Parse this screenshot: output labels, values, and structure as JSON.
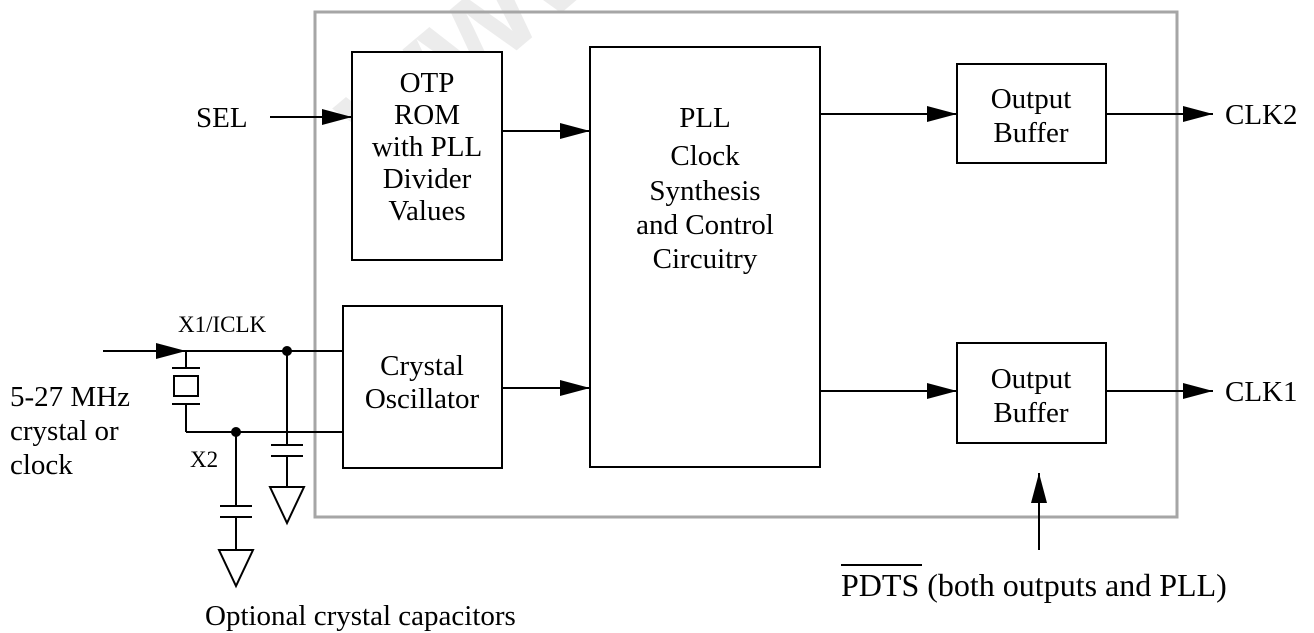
{
  "watermark": "www.Da",
  "blocks": {
    "otp_rom": [
      "OTP",
      "ROM",
      "with PLL",
      "Divider",
      "Values"
    ],
    "crystal_oscillator": [
      "Crystal",
      "Oscillator"
    ],
    "pll": [
      "PLL",
      "Clock",
      "Synthesis",
      "and Control",
      "Circuitry"
    ],
    "output_buffer_top": [
      "Output",
      "Buffer"
    ],
    "output_buffer_bottom": [
      "Output",
      "Buffer"
    ]
  },
  "signals": {
    "sel": "SEL",
    "clk2": "CLK2",
    "clk1": "CLK1",
    "x1": "X1/ICLK",
    "x2": "X2",
    "pdts_bar": "PDTS",
    "pdts_rest": " (both outputs and PLL)"
  },
  "notes": {
    "input_lines": [
      "5-27 MHz",
      "crystal or",
      "clock"
    ],
    "caps": "Optional crystal capacitors"
  },
  "colors": {
    "chip_border": "#a6a6a6",
    "line": "#000000",
    "background": "#ffffff"
  }
}
